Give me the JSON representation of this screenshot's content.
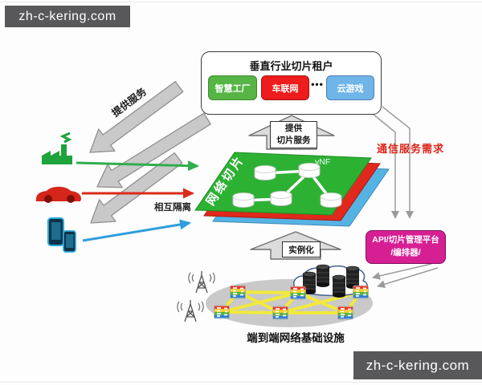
{
  "watermarks": {
    "top_left": "zh-c-kering.com",
    "bottom_right": "zh-c-kering.com"
  },
  "tenants": {
    "title": "垂直行业切片租户",
    "ellipsis": "•••",
    "chips": [
      {
        "label": "智慧工厂",
        "color": "#56b545"
      },
      {
        "label": "车联网",
        "color": "#ee1c1c"
      },
      {
        "label": "云游戏",
        "color": "#70b5e8"
      }
    ]
  },
  "labels": {
    "provide_service": "提供服务",
    "network_slice": "网络切片",
    "vnf": "vNF",
    "mutual_isolation": "相互隔离",
    "provide_slice_1": "提供",
    "provide_slice_2": "切片服务",
    "instantiate": "实例化",
    "demand": "通信服务需求",
    "orchestrator_1": "API/切片管理平台",
    "orchestrator_2": "/编排器/",
    "infrastructure": "端到端网络基础设施"
  },
  "colors": {
    "watermark_bg": "#58585a",
    "slice_green": "#2db133",
    "slice_red": "#e0281c",
    "slice_blue": "#55b3e4",
    "magenta": "#d61f93",
    "demand_text": "#df2318",
    "yellow_link": "#f2e93c",
    "gray_arrow": "#c9c9c9"
  },
  "icons": {
    "left_column": [
      "factory-icon",
      "car-icon",
      "smartphones-icon"
    ],
    "infrastructure": [
      "antenna-tower-icon",
      "router-icon",
      "server-icon",
      "cloud-icon"
    ]
  }
}
